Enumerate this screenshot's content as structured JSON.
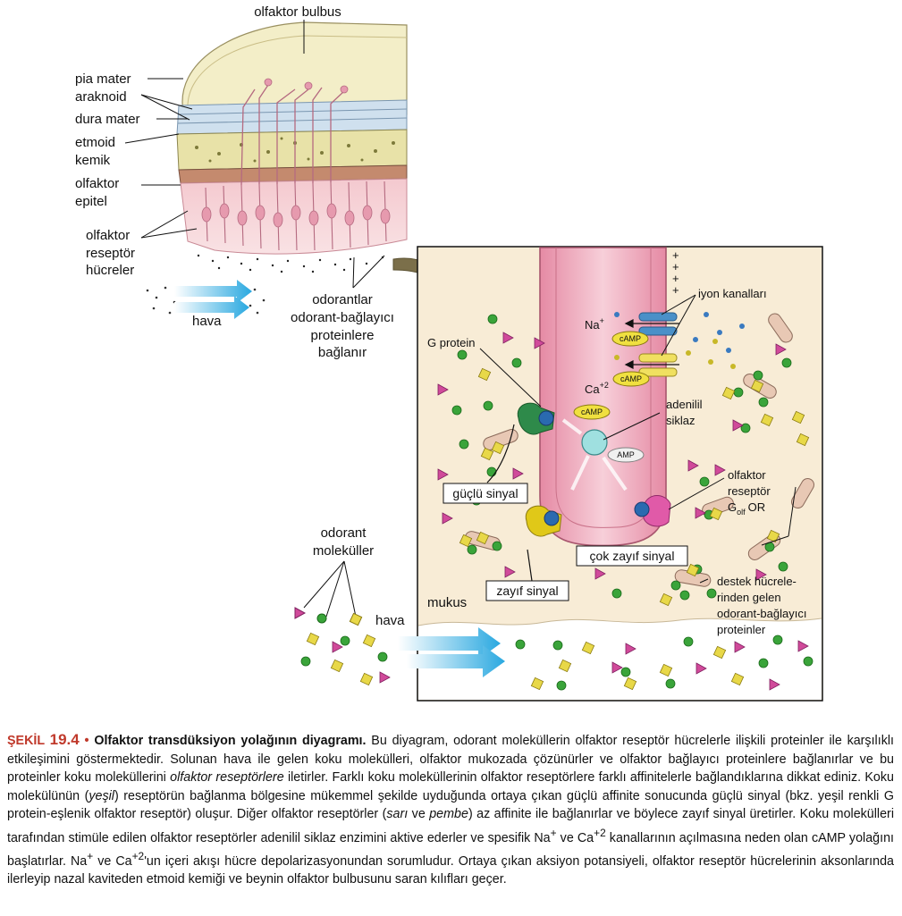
{
  "colors": {
    "accent_red": "#c0392b",
    "bulb_fill": "#f3eec8",
    "mucus_fill": "#f8ecd6",
    "cilium_pink": "#f2b8c6",
    "odorant_green": "#3aa43a",
    "odorant_yellow": "#e8d848",
    "odorant_pink": "#d04a9a",
    "arrow_blue": "#29a8e0"
  },
  "labels": {
    "olfactory_bulb": "olfaktor bulbus",
    "pia_mater": "pia mater",
    "arachnoid": "araknoid",
    "dura_mater": "dura mater",
    "ethmoid_1": "etmoid",
    "ethmoid_2": "kemik",
    "epithelium_1": "olfaktor",
    "epithelium_2": "epitel",
    "receptor_cells_1": "olfaktor",
    "receptor_cells_2": "reseptör",
    "receptor_cells_3": "hücreler",
    "air_1": "hava",
    "odorants_binding_1": "odorantlar",
    "odorants_binding_2": "odorant-bağlayıcı",
    "odorants_binding_3": "proteinlere",
    "odorants_binding_4": "bağlanır",
    "g_protein": "G protein",
    "ion_channels": "iyon kanalları",
    "na": "Na",
    "na_sup": "+",
    "ca": "Ca",
    "ca_sup": "+2",
    "camp_1": "cAMP",
    "camp_2": "cAMP",
    "camp_3": "cAMP",
    "amp": "AMP",
    "adenylyl_1": "adenilil",
    "adenylyl_2": "siklaz",
    "receptor_or_1": "olfaktor",
    "receptor_or_2": "reseptör",
    "golf": "G",
    "golf_sub": "olf",
    "golf_or": "OR",
    "strong_signal": "güçlü sinyal",
    "weak_signal": "zayıf sinyal",
    "very_weak_signal": "çok zayıf sinyal",
    "odorant_molecules_1": "odorant",
    "odorant_molecules_2": "moleküller",
    "air_2": "hava",
    "mucus": "mukus",
    "support_1": "destek hücrele-",
    "support_2": "rinden gelen",
    "support_3": "odorant-bağlayıcı",
    "support_4": "proteinler",
    "plus_sign": "+"
  },
  "caption": {
    "fig_prefix": "ŞEKİL ",
    "fig_number": "19.4",
    "bullet": " • ",
    "title": "Olfaktor transdüksiyon yolağının diyagramı.",
    "p1": " Bu diyagram, odorant moleküllerin olfaktor reseptör hücrelerle ilişkili proteinler ile karşılıklı etkileşimini göstermektedir. Solunan hava ile gelen koku molekülleri, olfaktor mukozada çözünürler ve olfaktor bağlayıcı proteinlere bağlanırlar ve bu proteinler koku moleküllerini ",
    "p1_italic": "olfaktor reseptörlere",
    "p2": " iletirler. Farklı koku moleküllerinin olfaktor reseptörlere farklı affinitelerle bağlandıklarına dikkat ediniz. Koku molekülünün (",
    "p2_italic": "yeşil",
    "p3": ") reseptörün bağlanma bölgesine mükemmel şekilde uyduğunda ortaya çıkan güçlü affinite sonucunda güçlü sinyal (bkz. yeşil renkli G protein-eşlenik olfaktor reseptör) oluşur. Diğer olfaktor reseptörler (",
    "p3_italic1": "sarı",
    "p3_ve": " ve ",
    "p3_italic2": "pembe",
    "p4": ") az affinite ile bağlanırlar ve böylece zayıf sinyal üretirler. Koku molekülleri tarafından stimüle edilen olfaktor reseptörler adenilil siklaz enzimini aktive ederler ve spesifik Na",
    "sup_plus": "+",
    "p5": " ve Ca",
    "sup_2": "+2",
    "p6": " kanallarının açılmasına neden olan cAMP yolağını başlatırlar. Na",
    "sup_plus_b": "+",
    "p7": " ve Ca",
    "sup_2b": "+2",
    "p8": "'un içeri akışı hücre depolarizasyonundan sorumludur. Ortaya çıkan aksiyon potansiyeli, olfaktor reseptör hücrelerinin aksonlarında ilerleyip nazal kaviteden etmoid kemiği ve beynin olfaktor bulbusunu saran kılıfları geçer."
  }
}
